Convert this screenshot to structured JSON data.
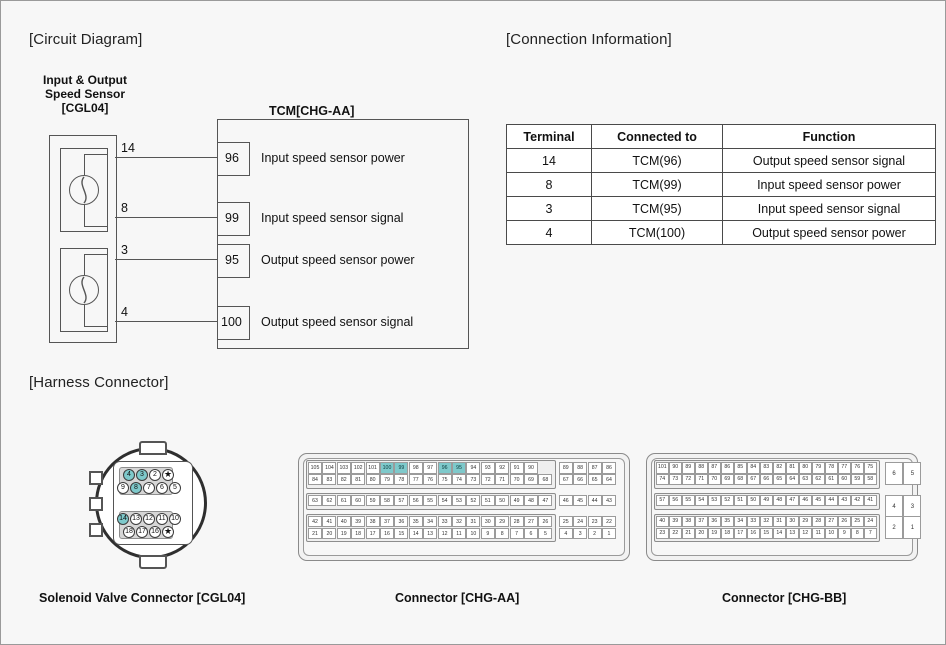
{
  "sections": {
    "circuit_diagram_title": "[Circuit Diagram]",
    "connection_info_title": "[Connection Information]",
    "harness_connector_title": "[Harness Connector]"
  },
  "circuit": {
    "sensor_label_line1": "Input & Output",
    "sensor_label_line2": "Speed Sensor",
    "sensor_label_line3": "[CGL04]",
    "tcm_label": "TCM[CHG-AA]",
    "connections": [
      {
        "sensor_pin": "14",
        "tcm_pin": "96",
        "function": "Input speed sensor power"
      },
      {
        "sensor_pin": "8",
        "tcm_pin": "99",
        "function": "Input speed sensor signal"
      },
      {
        "sensor_pin": "3",
        "tcm_pin": "95",
        "function": "Output speed sensor power"
      },
      {
        "sensor_pin": "4",
        "tcm_pin": "100",
        "function": "Output speed sensor signal"
      }
    ]
  },
  "connection_table": {
    "headers": [
      "Terminal",
      "Connected to",
      "Function"
    ],
    "rows": [
      [
        "14",
        "TCM(96)",
        "Output speed sensor signal"
      ],
      [
        "8",
        "TCM(99)",
        "Input speed sensor power"
      ],
      [
        "3",
        "TCM(95)",
        "Input speed sensor signal"
      ],
      [
        "4",
        "TCM(100)",
        "Output speed sensor power"
      ]
    ]
  },
  "harness": {
    "round_connector": {
      "caption": "Solenoid Valve Connector [CGL04]",
      "rows": [
        {
          "pins": [
            "4",
            "3",
            "2",
            "★"
          ],
          "highlighted": [
            "4",
            "3"
          ]
        },
        {
          "pins": [
            "9",
            "8",
            "7",
            "6",
            "5"
          ],
          "highlighted": [
            "8"
          ]
        },
        {
          "pins": [
            "14",
            "13",
            "12",
            "11",
            "10"
          ],
          "highlighted": [
            "14"
          ]
        },
        {
          "pins": [
            "18",
            "17",
            "16",
            "★"
          ],
          "highlighted": []
        }
      ]
    },
    "chg_aa": {
      "caption": "Connector [CHG-AA]",
      "highlighted": [
        "100",
        "99",
        "96",
        "95"
      ],
      "main_rows": [
        [
          "105",
          "104",
          "103",
          "102",
          "101",
          "100",
          "99",
          "98",
          "97",
          "96",
          "95",
          "94",
          "93",
          "92",
          "91",
          "90"
        ],
        [
          "84",
          "83",
          "82",
          "81",
          "80",
          "79",
          "78",
          "77",
          "76",
          "75",
          "74",
          "73",
          "72",
          "71",
          "70",
          "69",
          "68"
        ],
        [
          "63",
          "62",
          "61",
          "60",
          "59",
          "58",
          "57",
          "56",
          "55",
          "54",
          "53",
          "52",
          "51",
          "50",
          "49",
          "48",
          "47"
        ],
        [
          "42",
          "41",
          "40",
          "39",
          "38",
          "37",
          "36",
          "35",
          "34",
          "33",
          "32",
          "31",
          "30",
          "29",
          "28",
          "27",
          "26"
        ],
        [
          "21",
          "20",
          "19",
          "18",
          "17",
          "16",
          "15",
          "14",
          "13",
          "12",
          "11",
          "10",
          "9",
          "8",
          "7",
          "6",
          "5"
        ]
      ],
      "side_rows": [
        [
          "89",
          "88",
          "87",
          "86"
        ],
        [
          "67",
          "66",
          "65",
          "64"
        ],
        [
          "46",
          "45",
          "44",
          "43"
        ],
        [
          "25",
          "24",
          "23",
          "22"
        ],
        [
          "4",
          "3",
          "2",
          "1"
        ]
      ]
    },
    "chg_bb": {
      "caption": "Connector [CHG-BB]",
      "main_rows": [
        [
          "101",
          "90",
          "89",
          "88",
          "87",
          "86",
          "85",
          "84",
          "83",
          "82",
          "81",
          "80",
          "79",
          "78",
          "77",
          "76",
          "75"
        ],
        [
          "74",
          "73",
          "72",
          "71",
          "70",
          "69",
          "68",
          "67",
          "66",
          "65",
          "64",
          "63",
          "62",
          "61",
          "60",
          "59",
          "58"
        ],
        [
          "57",
          "56",
          "55",
          "54",
          "53",
          "52",
          "51",
          "50",
          "49",
          "48",
          "47",
          "46",
          "45",
          "44",
          "43",
          "42",
          "41"
        ],
        [
          "40",
          "39",
          "38",
          "37",
          "36",
          "35",
          "34",
          "33",
          "32",
          "31",
          "30",
          "29",
          "28",
          "27",
          "26",
          "25",
          "24"
        ],
        [
          "23",
          "22",
          "21",
          "20",
          "19",
          "18",
          "17",
          "16",
          "15",
          "14",
          "13",
          "12",
          "11",
          "10",
          "9",
          "8",
          "7"
        ]
      ],
      "side_rows": [
        [
          "6",
          "5"
        ],
        [
          "4",
          "3"
        ],
        [
          "2",
          "1"
        ]
      ]
    }
  },
  "colors": {
    "highlight": "#7ec9cb",
    "line": "#555555",
    "background": "#f7f7f7"
  }
}
